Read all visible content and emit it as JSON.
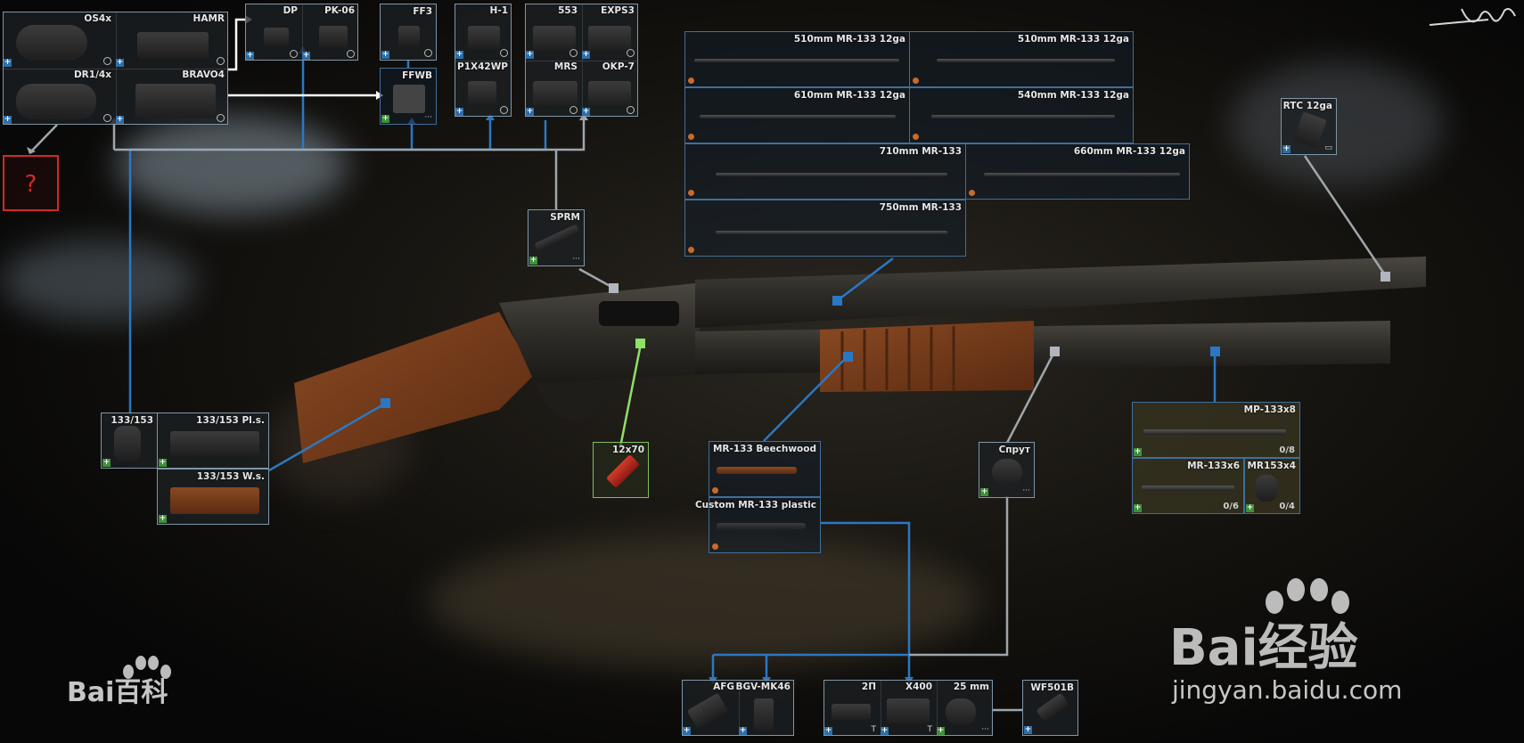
{
  "colors": {
    "blue_link": "#2a78c4",
    "grey_link": "#9fa6ab",
    "green_link": "#8fe06a",
    "white_link": "#ffffff",
    "slot_border": "#7f96a8",
    "missing_red": "#d12a2a"
  },
  "scopes": {
    "os4x": "OS4x",
    "hamr": "HAMR",
    "dr14x": "DR1/4x",
    "bravo4": "BRAVO4",
    "dp": "DP",
    "pk06": "PK-06",
    "ff3": "FF3",
    "ffwb": "FFWB",
    "h1": "H-1",
    "p1x42wp": "P1X42WP",
    "s553": "553",
    "exps3": "EXPS3",
    "mrs": "MRS",
    "okp7": "OKP-7"
  },
  "unknown": {
    "mark": "?"
  },
  "rail": {
    "sprm": "SPRM"
  },
  "barrels": [
    {
      "label": "510mm MR-133 12ga"
    },
    {
      "label": "510mm MR-133 12ga"
    },
    {
      "label": "610mm MR-133 12ga"
    },
    {
      "label": "540mm MR-133 12ga"
    },
    {
      "label": "710mm MR-133"
    },
    {
      "label": "660mm MR-133 12ga"
    },
    {
      "label": "750mm MR-133"
    }
  ],
  "muzzle": {
    "rtc": "RTC 12ga"
  },
  "stocks": {
    "s133": "133/153",
    "pls": "133/153 Pl.s.",
    "ws": "133/153 W.s."
  },
  "ammo": {
    "label": "12x70"
  },
  "forends": {
    "beech": "MR-133 Beechwood",
    "plastic": "Custom MR-133 plastic"
  },
  "mount": {
    "sprut": "Спрут"
  },
  "magazines": {
    "x8": {
      "label": "MP-133x8",
      "count": "0/8"
    },
    "x6": {
      "label": "MR-133x6",
      "count": "0/6"
    },
    "x4": {
      "label": "MR153x4",
      "count": "0/4"
    }
  },
  "foregrips": {
    "afg": "AFG",
    "bgv": "BGV-MK46"
  },
  "tactical": {
    "p2": "2П",
    "x400": "X400",
    "mm25": "25 mm",
    "wf501b": "WF501B"
  },
  "watermarks": {
    "baike": "Bai百科",
    "jingyan_main": "Bai经验",
    "jingyan_url": "jingyan.baidu.com"
  }
}
